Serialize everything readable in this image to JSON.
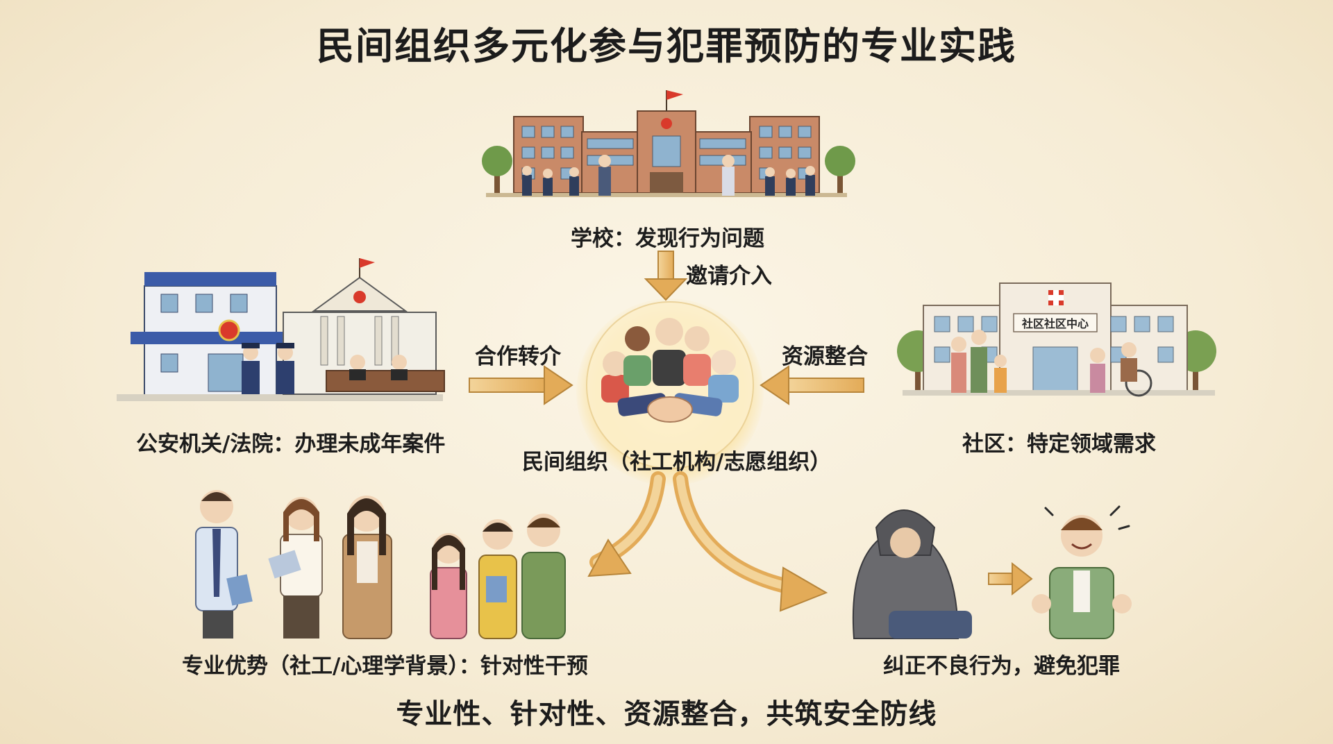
{
  "title": "民间组织多元化参与犯罪预防的专业实践",
  "nodes": {
    "school": {
      "label": "学校：发现行为问题",
      "arrow_label": "邀请介入"
    },
    "police_court": {
      "label": "公安机关/法院：办理未成年案件",
      "arrow_label": "合作转介"
    },
    "community": {
      "label": "社区：特定领域需求",
      "arrow_label": "资源整合",
      "sign": "社区社区中心"
    },
    "center": {
      "label": "民间组织（社工机构/志愿组织）"
    },
    "expertise": {
      "label": "专业优势（社工/心理学背景）：针对性干预"
    },
    "outcome": {
      "label": "纠正不良行为，避免犯罪"
    }
  },
  "footer": "专业性、针对性、资源整合，共筑安全防线",
  "colors": {
    "arrow": "#e9b867",
    "arrow_stroke": "#b7853a",
    "background": "#f6ecd5",
    "brick": "#c97b5a",
    "police_blue": "#3b5ba8",
    "red_flag": "#d93a2b"
  }
}
